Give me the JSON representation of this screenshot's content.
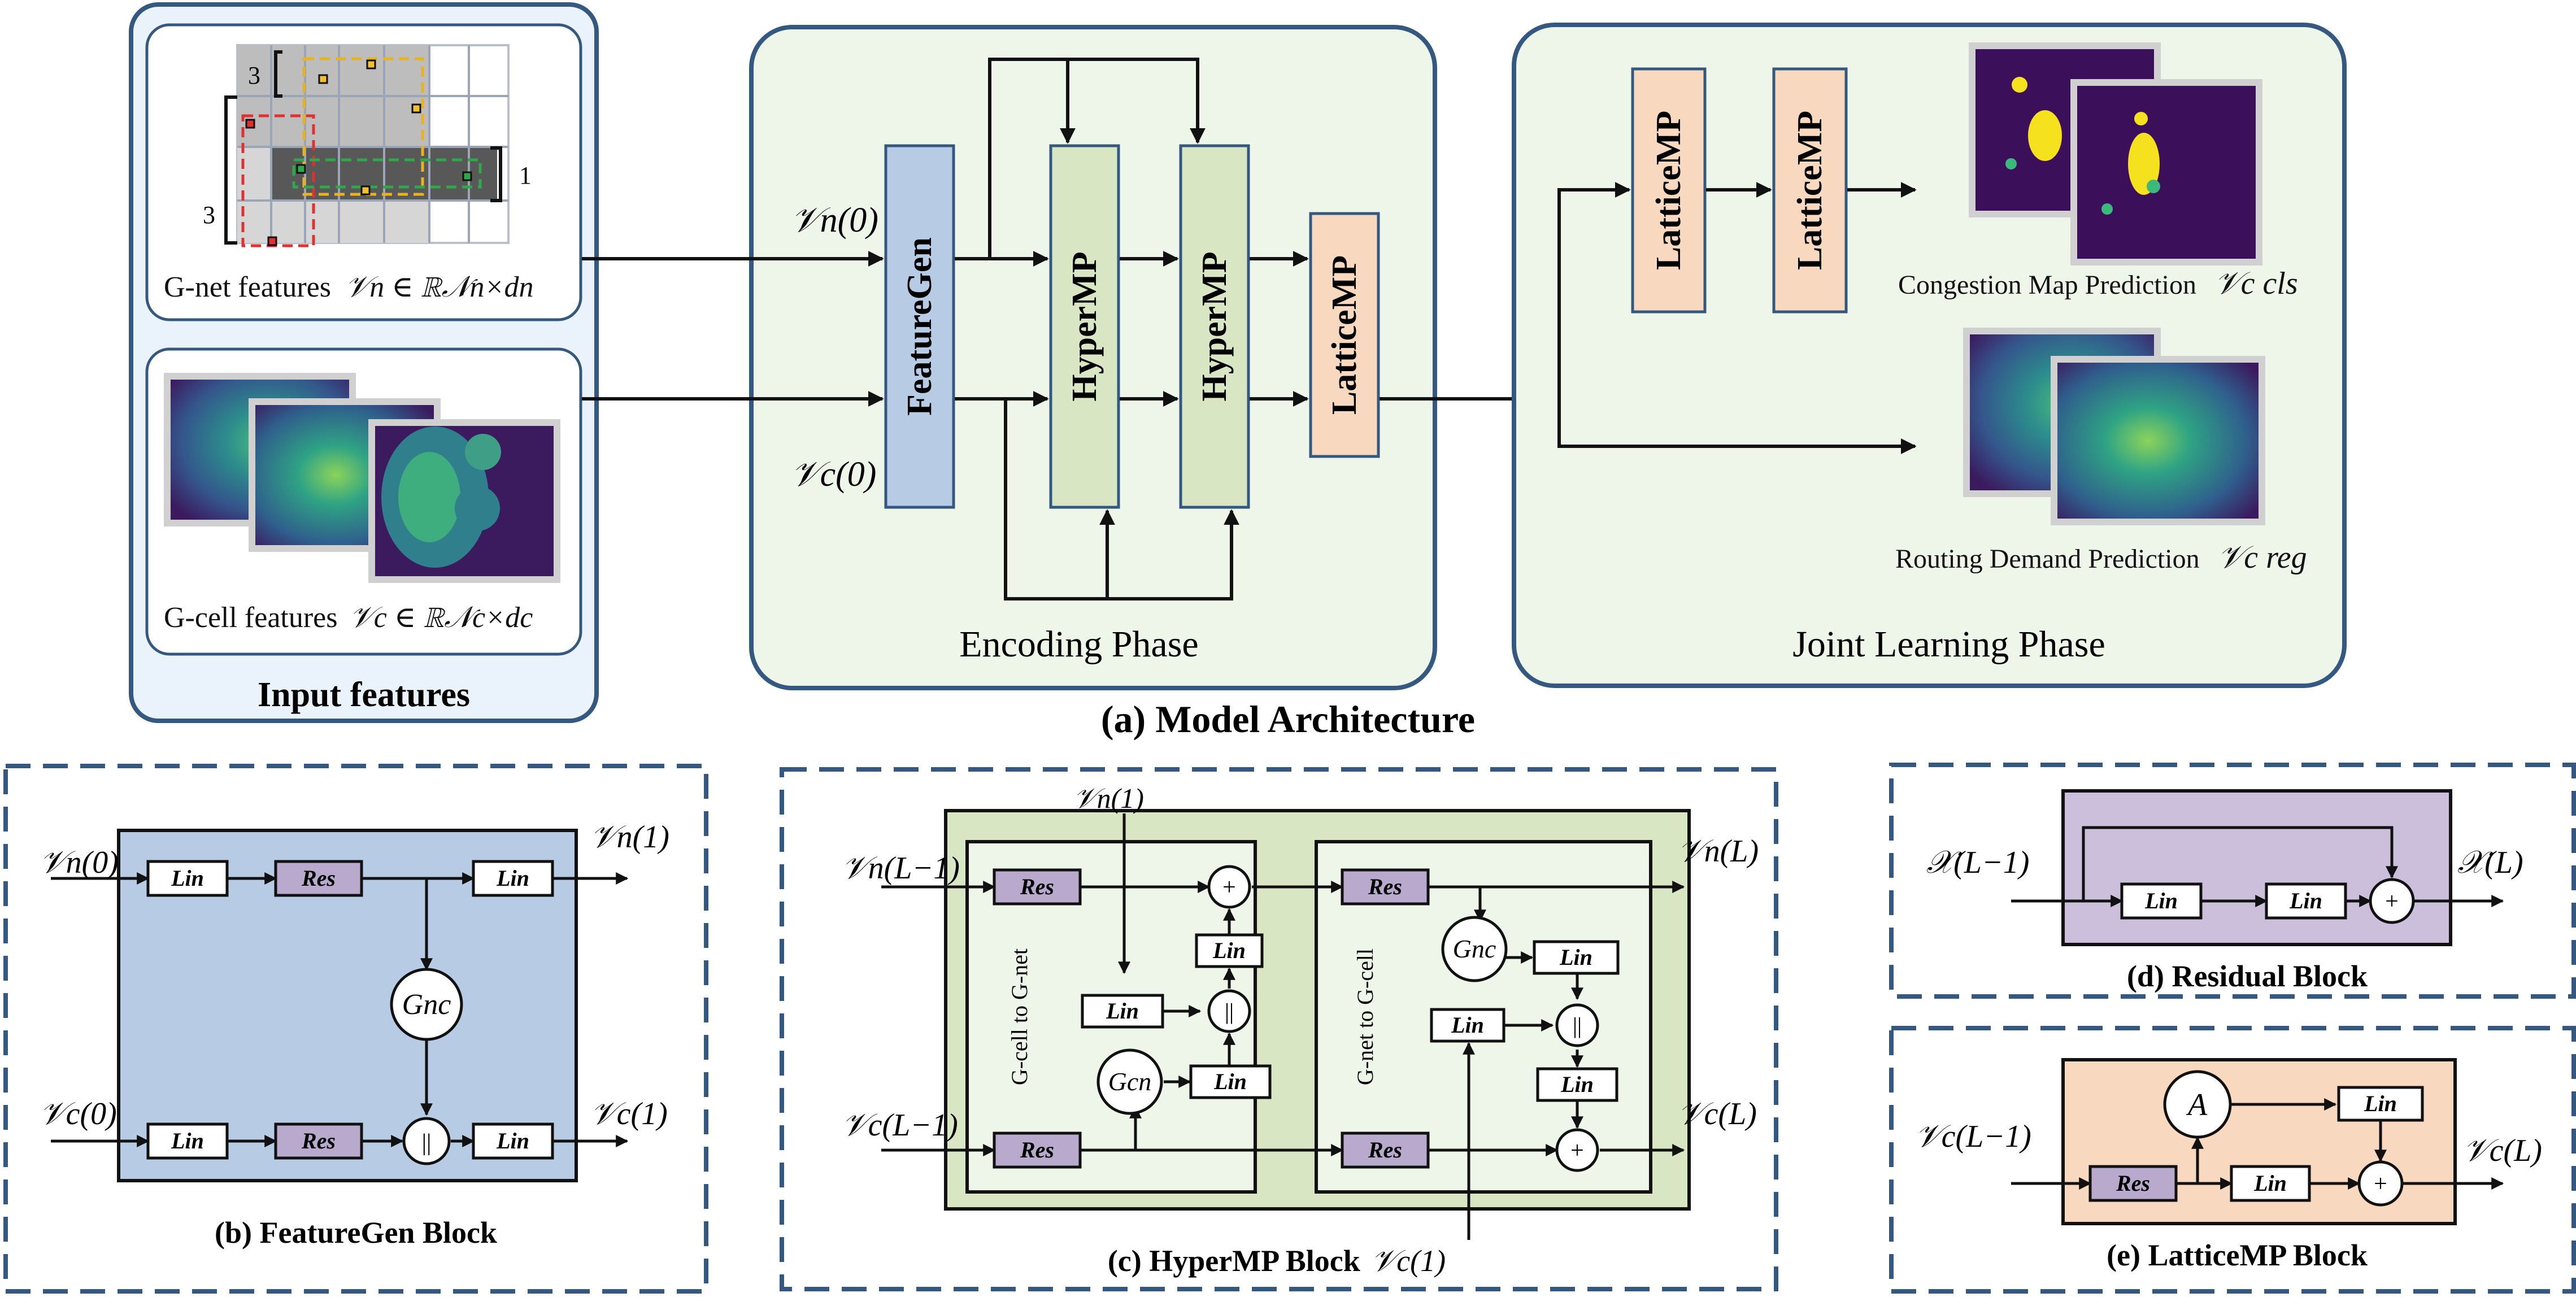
{
  "top": {
    "input_panel": {
      "title": "Input features",
      "gnet_caption": "G-net features",
      "gnet_formula": "𝒱n ∈ ℝ𝒩n×dn",
      "gcell_caption": "G-cell features",
      "gcell_formula": "𝒱c ∈ ℝ𝒩c×dc",
      "grid_labels": [
        "3",
        "3",
        "1"
      ]
    },
    "encoding": {
      "title": "Encoding Phase",
      "featuregen": "FeatureGen",
      "hypermp1": "HyperMP",
      "hypermp2": "HyperMP",
      "latticemp": "LatticeMP",
      "vn0": "𝒱n(0)",
      "vc0": "𝒱c(0)"
    },
    "joint": {
      "title": "Joint Learning Phase",
      "latticemp1": "LatticeMP",
      "latticemp2": "LatticeMP",
      "cong_caption": "Congestion Map Prediction",
      "cong_symbol": "𝒱c cls",
      "route_caption": "Routing Demand Prediction",
      "route_symbol": "𝒱c reg"
    },
    "caption": "(a) Model Architecture"
  },
  "featuregen_block": {
    "caption": "(b) FeatureGen Block",
    "lin": "Lin",
    "res": "Res",
    "gnc": "Gnc",
    "concat": "||",
    "in_n": "𝒱n(0)",
    "in_c": "𝒱c(0)",
    "out_n": "𝒱n(1)",
    "out_c": "𝒱c(1)"
  },
  "hypermp_block": {
    "caption": "(c) HyperMP Block",
    "left_label": "G-cell to G-net",
    "right_label": "G-net to G-cell",
    "lin": "Lin",
    "res": "Res",
    "gcn": "Gcn",
    "gnc": "Gnc",
    "plus": "+",
    "concat": "||",
    "in_n": "𝒱n(L−1)",
    "in_c": "𝒱c(L−1)",
    "vn1": "𝒱n(1)",
    "vc1": "𝒱c(1)",
    "out_n": "𝒱n(L)",
    "out_c": "𝒱c(L)"
  },
  "residual_block": {
    "caption": "(d) Residual Block",
    "lin": "Lin",
    "plus": "+",
    "in": "𝒳(L−1)",
    "out": "𝒳(L)"
  },
  "latticemp_block": {
    "caption": "(e) LatticeMP Block",
    "a": "A",
    "lin": "Lin",
    "res": "Res",
    "plus": "+",
    "in": "𝒱c(L−1)",
    "out": "𝒱c(L)"
  },
  "colors": {
    "input_bg": "#eaf3fb",
    "panel_border": "#34587f",
    "phase_bg": "#eef6ea",
    "featuregen": "#b7cce4",
    "hypermp": "#d8e6c4",
    "latticemp": "#f8d8bf",
    "res": "#b9a9cc",
    "residual_bg": "#cbbfdc",
    "dash_border": "#34587f",
    "heat_dark": "#3b0f5a",
    "heat_yellow": "#f6e11e",
    "heat_green": "#3bb87c"
  }
}
